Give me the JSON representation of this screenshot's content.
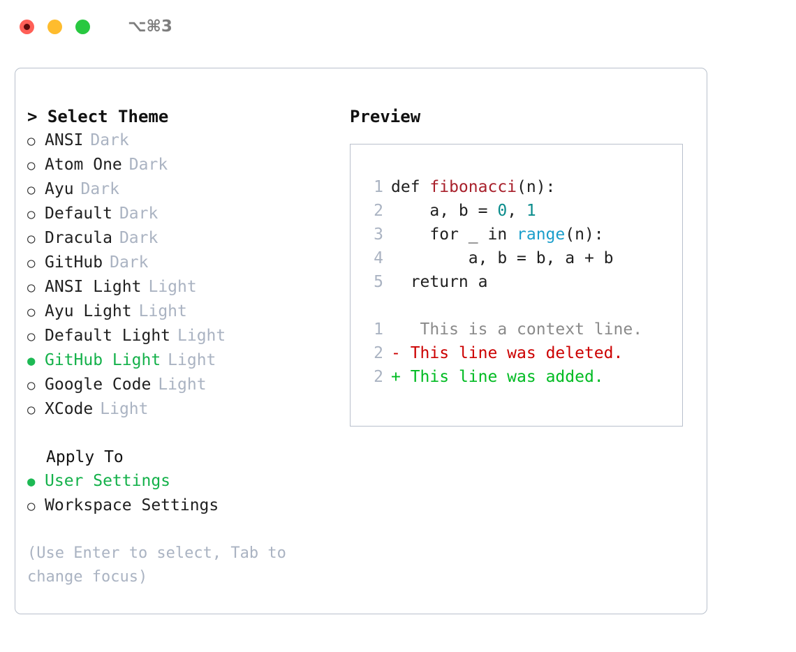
{
  "window": {
    "title": "⌥⌘3",
    "traffic_lights": [
      {
        "name": "close",
        "color": "#ff5f57"
      },
      {
        "name": "minimize",
        "color": "#febc2e"
      },
      {
        "name": "zoom",
        "color": "#28c840"
      }
    ]
  },
  "theme_picker": {
    "header": "> Select Theme",
    "bullet_selected": "●",
    "bullet_unselected": "○",
    "items": [
      {
        "label": "ANSI",
        "tag": "Dark",
        "selected": false
      },
      {
        "label": "Atom One",
        "tag": "Dark",
        "selected": false
      },
      {
        "label": "Ayu",
        "tag": "Dark",
        "selected": false
      },
      {
        "label": "Default",
        "tag": "Dark",
        "selected": false
      },
      {
        "label": "Dracula",
        "tag": "Dark",
        "selected": false
      },
      {
        "label": "GitHub",
        "tag": "Dark",
        "selected": false
      },
      {
        "label": "ANSI Light",
        "tag": "Light",
        "selected": false
      },
      {
        "label": "Ayu Light",
        "tag": "Light",
        "selected": false
      },
      {
        "label": "Default Light",
        "tag": "Light",
        "selected": false
      },
      {
        "label": "GitHub Light",
        "tag": "Light",
        "selected": true
      },
      {
        "label": "Google Code",
        "tag": "Light",
        "selected": false
      },
      {
        "label": "XCode",
        "tag": "Light",
        "selected": false
      }
    ]
  },
  "apply_to": {
    "header": "Apply To",
    "items": [
      {
        "label": "User Settings",
        "selected": true
      },
      {
        "label": "Workspace Settings",
        "selected": false
      }
    ]
  },
  "hint": "(Use Enter to select, Tab to change focus)",
  "preview": {
    "header": "Preview",
    "code_lines": [
      {
        "num": "1",
        "tokens": [
          {
            "text": "def ",
            "type": "plain"
          },
          {
            "text": "fibonacci",
            "type": "fn"
          },
          {
            "text": "(n):",
            "type": "plain"
          }
        ]
      },
      {
        "num": "2",
        "tokens": [
          {
            "text": "    a, b = ",
            "type": "plain"
          },
          {
            "text": "0",
            "type": "num"
          },
          {
            "text": ", ",
            "type": "plain"
          },
          {
            "text": "1",
            "type": "num"
          }
        ]
      },
      {
        "num": "3",
        "tokens": [
          {
            "text": "    for _ in ",
            "type": "plain"
          },
          {
            "text": "range",
            "type": "call"
          },
          {
            "text": "(n):",
            "type": "plain"
          }
        ]
      },
      {
        "num": "4",
        "tokens": [
          {
            "text": "        a, b = b, a + b",
            "type": "plain"
          }
        ]
      },
      {
        "num": "5",
        "tokens": [
          {
            "text": "  return a",
            "type": "plain"
          }
        ]
      }
    ],
    "diff_lines": [
      {
        "num": "1",
        "marker": " ",
        "text": "  This is a context line.",
        "type": "context"
      },
      {
        "num": "2",
        "marker": "-",
        "text": " This line was deleted.",
        "type": "deleted"
      },
      {
        "num": "2",
        "marker": "+",
        "text": " This line was added.",
        "type": "added"
      }
    ]
  },
  "colors": {
    "accent_green": "#14b14a",
    "muted": "#aab3c2",
    "border": "#b9c0cc",
    "diff_deleted": "#cc0000",
    "diff_added": "#00bb22",
    "token_function": "#a8202b",
    "token_number": "#0a8c8c",
    "token_call": "#1a9ecb"
  }
}
